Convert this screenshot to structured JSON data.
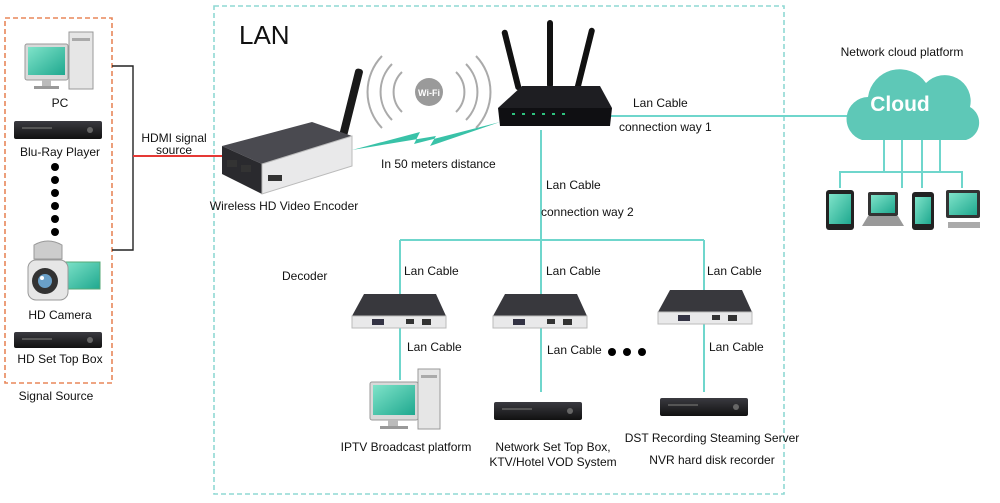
{
  "colors": {
    "source_box_border": "#e8875a",
    "lan_box_border": "#8fd9d4",
    "cable": "#6fd6cc",
    "hdmi_line": "#e53935",
    "device_dark": "#1e1e22",
    "screen": "#39c2a8",
    "cloud": "#5ec8b7"
  },
  "source": {
    "items": [
      "PC",
      "Blu-Ray Player",
      "HD Camera",
      "HD Set Top Box"
    ],
    "group_label": "Signal Source"
  },
  "hdmi_label": [
    "HDMI signal",
    "source"
  ],
  "lan_title": "LAN",
  "encoder_label": "Wireless HD Video Encoder",
  "wifi_badge": "Wi-Fi",
  "distance_label": "In 50 meters distance",
  "conn1": {
    "cable": "Lan Cable",
    "way": "connection way 1"
  },
  "conn2": {
    "cable": "Lan Cable",
    "way": "connection way 2"
  },
  "cloud": {
    "title": "Network cloud platform",
    "text": "Cloud"
  },
  "decoder_label": "Decoder",
  "decoder_cables": [
    "Lan Cable",
    "Lan Cable",
    "Lan Cable"
  ],
  "output_cables": [
    "Lan Cable",
    "Lan Cable",
    "Lan Cable"
  ],
  "outputs": {
    "iptv": "IPTV Broadcast platform",
    "stb": [
      "Network Set Top Box,",
      "KTV/Hotel VOD System"
    ],
    "dst": [
      "DST Recording Steaming Server",
      "NVR hard disk recorder"
    ]
  }
}
